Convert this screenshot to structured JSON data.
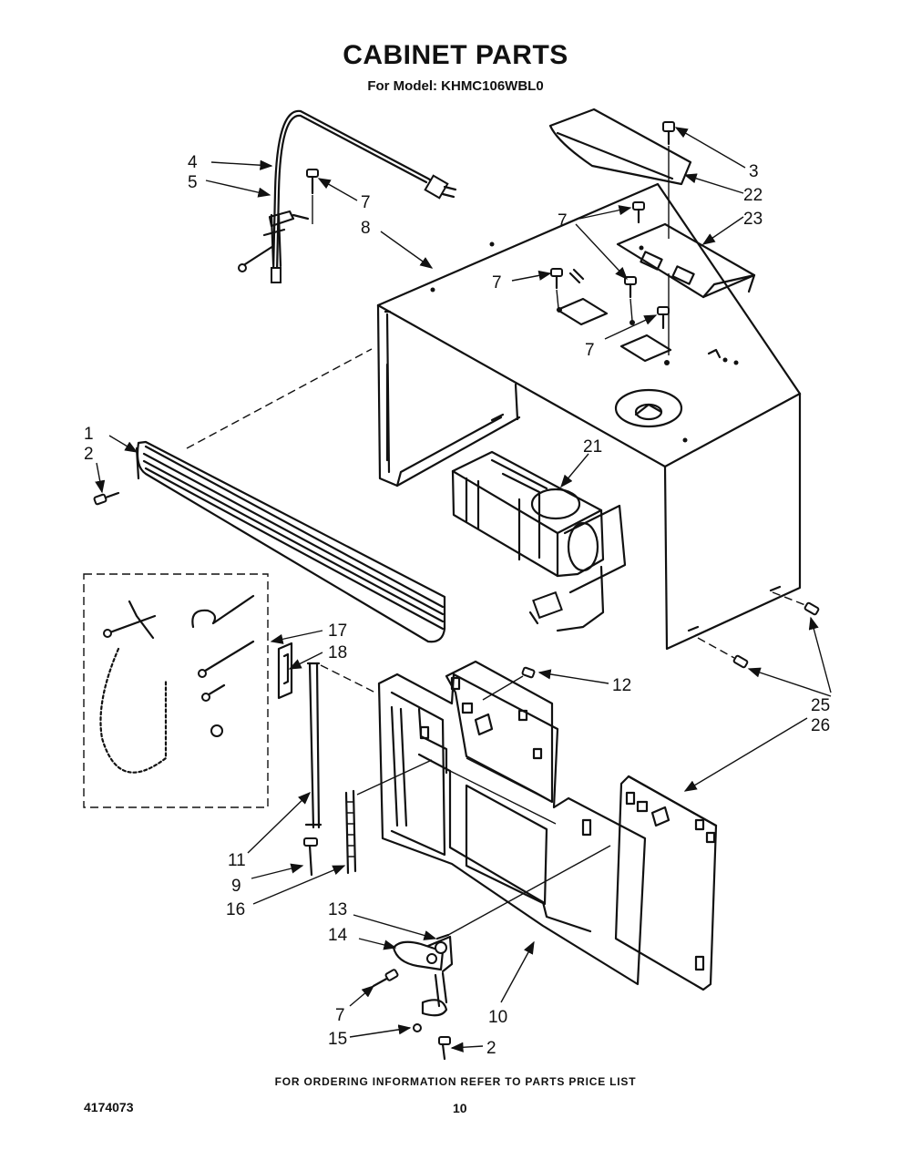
{
  "title": "CABINET PARTS",
  "subtitle": "For Model: KHMC106WBL0",
  "footer": "FOR ORDERING INFORMATION REFER TO PARTS PRICE LIST",
  "doc_number": "4174073",
  "page_number": "10",
  "callouts": {
    "c1": "1",
    "c2a": "2",
    "c2b": "2",
    "c3": "3",
    "c4": "4",
    "c5": "5",
    "c7a": "7",
    "c7b": "7",
    "c7c": "7",
    "c7d": "7",
    "c7e": "7",
    "c8": "8",
    "c9": "9",
    "c10": "10",
    "c11": "11",
    "c12": "12",
    "c13": "13",
    "c14": "14",
    "c15": "15",
    "c16": "16",
    "c17": "17",
    "c18": "18",
    "c21": "21",
    "c22": "22",
    "c23": "23",
    "c25": "25",
    "c26": "26"
  }
}
